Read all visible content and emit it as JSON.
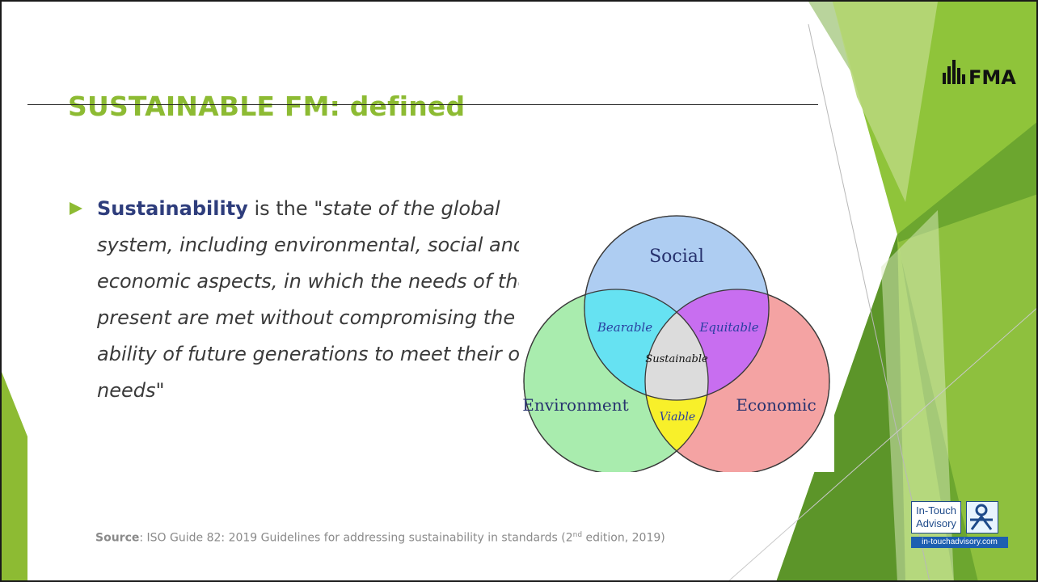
{
  "slide": {
    "title": "SUSTAINABLE FM: defined",
    "bullet": {
      "keyword": "Sustainability",
      "lead": " is the \"",
      "quote": "state of the global system, including environmental, social and economic aspects, in which the needs of the present are met without compromising the ability of future generations to meet their own needs",
      "close": "\""
    },
    "source": {
      "label": "Source",
      "text_a": ": ISO Guide 82: 2019 Guidelines for addressing sustainability in standards (2",
      "sup": "nd",
      "text_b": " edition, 2019)"
    }
  },
  "venn": {
    "circles": {
      "social": {
        "label": "Social",
        "color": "#aecdf2"
      },
      "environment": {
        "label": "Environment",
        "color": "#a9ecae"
      },
      "economic": {
        "label": "Economic",
        "color": "#f4a3a3"
      }
    },
    "intersections": {
      "bearable": {
        "label": "Bearable",
        "color": "#66e2f2"
      },
      "equitable": {
        "label": "Equitable",
        "color": "#c86ef0"
      },
      "viable": {
        "label": "Viable",
        "color": "#f8f02a"
      },
      "sustainable": {
        "label": "Sustainable"
      }
    },
    "text_color": "#27326e"
  },
  "logos": {
    "fma": "FMA",
    "intouch": {
      "line1": "In-Touch",
      "line2": "Advisory",
      "url": "in-touchadvisory.com"
    }
  },
  "colors": {
    "title_green": "#8dbb33",
    "keyword_navy": "#2e3d7c",
    "accent_green": "#8fc43a"
  }
}
